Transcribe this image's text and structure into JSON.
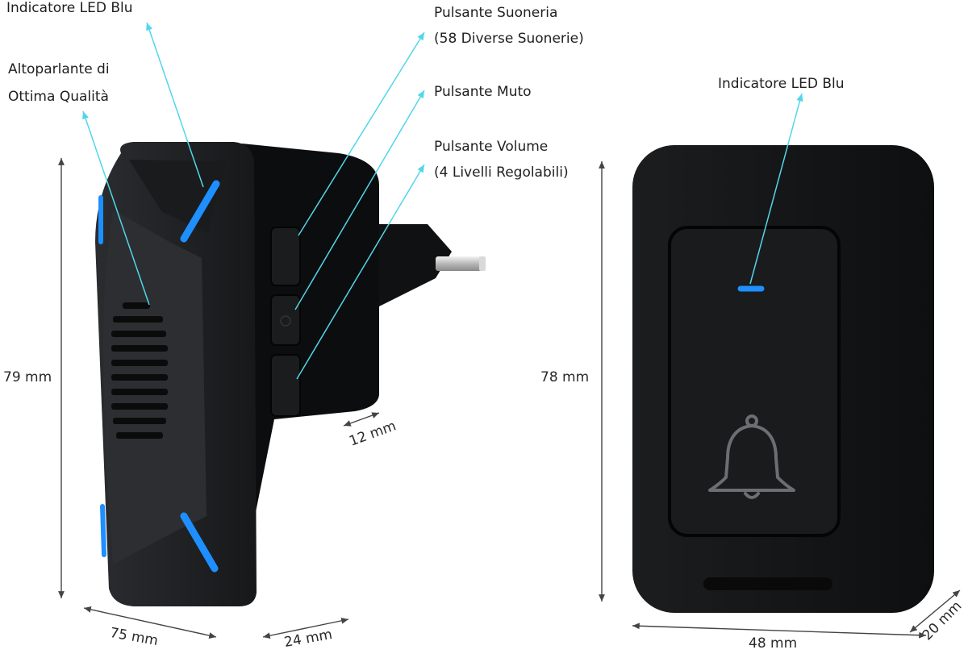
{
  "receiver_labels": {
    "led": "Indicatore LED Blu",
    "speaker_line1": "Altoparlante di",
    "speaker_line2": "Ottima Qualità",
    "ring_button_line1": "Pulsante Suoneria",
    "ring_button_line2": "(58 Diverse Suonerie)",
    "mute_button": "Pulsante Muto",
    "volume_button_line1": "Pulsante Volume",
    "volume_button_line2": "(4 Livelli Regolabili)"
  },
  "receiver_dimensions": {
    "height": "79 mm",
    "width": "75 mm",
    "depth": "24 mm",
    "plug": "12 mm"
  },
  "transmitter_labels": {
    "led": "Indicatore LED Blu"
  },
  "transmitter_dimensions": {
    "height": "78 mm",
    "width": "48 mm",
    "depth": "20 mm"
  },
  "colors": {
    "callout_line": "#52d6ea",
    "led_blue": "#1e8fff",
    "body_black": "#151617",
    "dimension_arrow": "#444444"
  },
  "icons": {
    "bell": "bell-icon"
  }
}
